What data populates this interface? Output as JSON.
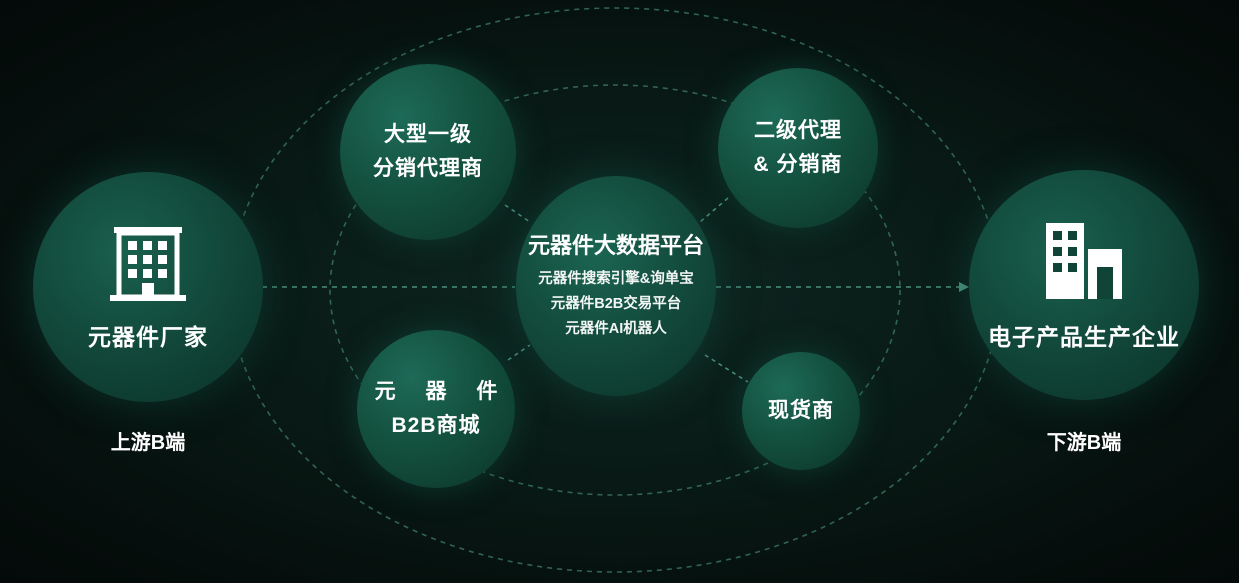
{
  "center": {
    "title": "元器件大数据平台",
    "lines": [
      "元器件搜索引擎&询单宝",
      "元器件B2B交易平台",
      "元器件AI机器人"
    ]
  },
  "upstream": {
    "label": "元器件厂家",
    "caption": "上游B端",
    "icon": "building-icon"
  },
  "downstream": {
    "label": "电子产品生产企业",
    "caption": "下游B端",
    "icon": "factory-icon"
  },
  "satellites": {
    "top_left": [
      "大型一级",
      "分销代理商"
    ],
    "top_right": [
      "二级代理",
      "& 分销商"
    ],
    "bottom_left": [
      "元 器 件",
      "B2B商城"
    ],
    "bottom_right": [
      "现货商"
    ]
  },
  "colors": {
    "background": "#071412",
    "node_fill": "#14513f",
    "dashed_line": "#4a8f7c"
  }
}
